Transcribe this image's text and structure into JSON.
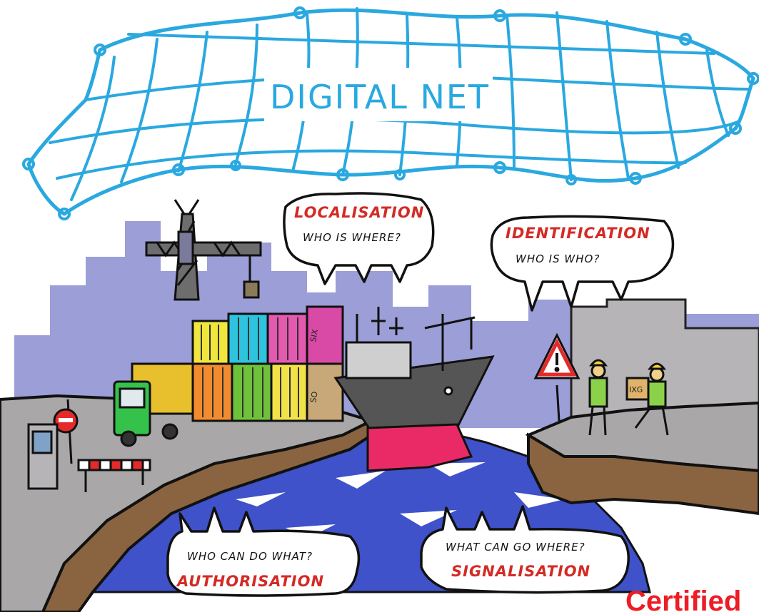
{
  "net": {
    "label": "DIGITAL NET",
    "color": "#2aa8e0"
  },
  "bubbles": {
    "localisation": {
      "heading": "LOCALISATION",
      "question": "WHO IS WHERE?"
    },
    "identification": {
      "heading": "IDENTIFICATION",
      "question": "WHO IS WHO?"
    },
    "authorisation": {
      "heading": "AUTHORISATION",
      "question": "WHO CAN DO WHAT?"
    },
    "signalisation": {
      "heading": "SIGNALISATION",
      "question": "WHAT CAN GO WHERE?"
    }
  },
  "containers": {
    "label_top": "SIX",
    "label_bottom": "SO"
  },
  "crate": {
    "label": "IXG"
  },
  "certified": {
    "label": "Certified",
    "color": "#ee1c25"
  },
  "colors": {
    "heading": "#d42a26",
    "water": "#3f52c9",
    "skyline": "#9c9ed8",
    "quay": "#a9a7a8",
    "hull_bottom": "#ea2a66"
  }
}
